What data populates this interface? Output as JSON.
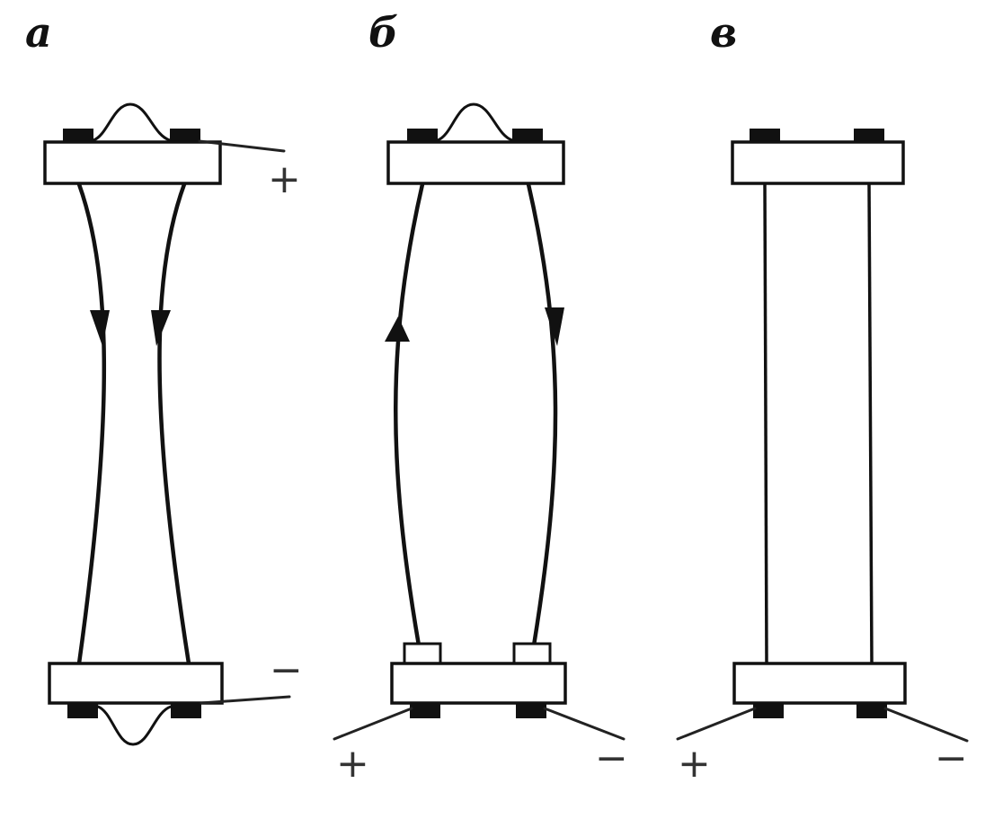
{
  "panels": [
    {
      "letter": "а",
      "top_sign": "+",
      "bottom_sign": "−"
    },
    {
      "letter": "б",
      "left_sign": "+",
      "right_sign": "−"
    },
    {
      "letter": "в",
      "left_sign": "+",
      "right_sign": "−"
    }
  ],
  "colors": {
    "ink": "#111111",
    "background": "#ffffff",
    "sign_ink": "#333333"
  }
}
